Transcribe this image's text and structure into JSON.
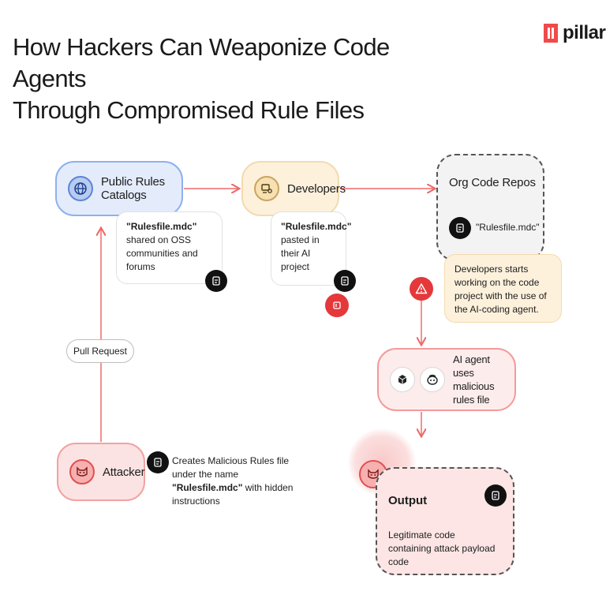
{
  "header": {
    "title_line1": "How Hackers Can Weaponize Code Agents",
    "title_line2": "Through Compromised Rule Files",
    "brand": "pillar"
  },
  "nodes": {
    "public_rules": "Public Rules Catalogs",
    "developers": "Developers",
    "org_repos": "Org Code Repos",
    "org_file": "\"Rulesfile.mdc\"",
    "ai_agent": "AI agent uses malicious rules file",
    "attacker": "Attacker",
    "output_title": "Output",
    "output_desc": "Legitimate code containing attack payload code"
  },
  "notes": {
    "public_file": "\"Rulesfile.mdc\"",
    "public_text": "shared on OSS communities and forums",
    "dev_file": "\"Rulesfile.mdc\"",
    "dev_text": "pasted in their AI project",
    "org_note": "Developers starts working on the code project with the use of the AI-coding agent.",
    "attack_pre": "Creates Malicious Rules file under the name",
    "attack_file": "\"Rulesfile.mdc\"",
    "attack_post": "with hidden instructions"
  },
  "edges": {
    "pull_request": "Pull Request"
  },
  "icons": [
    "globe-icon",
    "developer-icon",
    "cat-mask-icon",
    "document-icon",
    "warning-icon",
    "cube-icon",
    "copilot-icon",
    "lightning-icon"
  ],
  "colors": {
    "accent_red": "#ef4b4b",
    "blue": "#8eb0ee",
    "beige": "#f2dbb0"
  }
}
